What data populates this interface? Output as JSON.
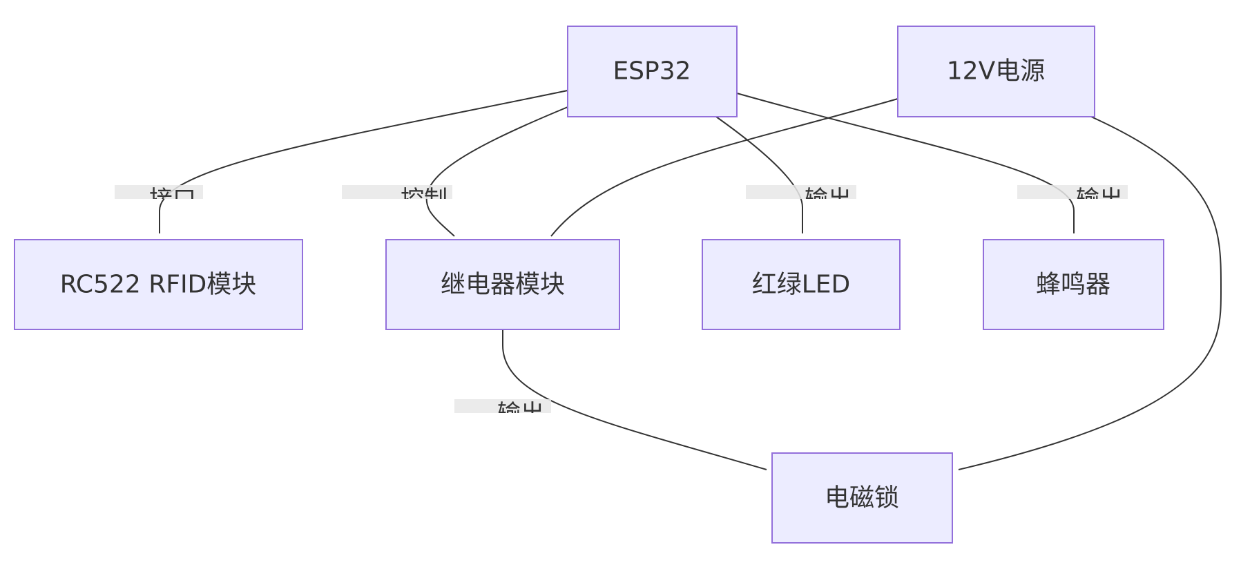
{
  "nodes": {
    "esp32": "ESP32",
    "power": "12V电源",
    "rfid": "RC522 RFID模块",
    "relay": "继电器模块",
    "led": "红绿LED",
    "buzzer": "蜂鸣器",
    "lock": "电磁锁"
  },
  "edge_labels": {
    "esp32_rfid": "接口",
    "esp32_relay": "控制",
    "esp32_led": "输出",
    "esp32_buzzer": "输出",
    "relay_lock": "输出"
  }
}
